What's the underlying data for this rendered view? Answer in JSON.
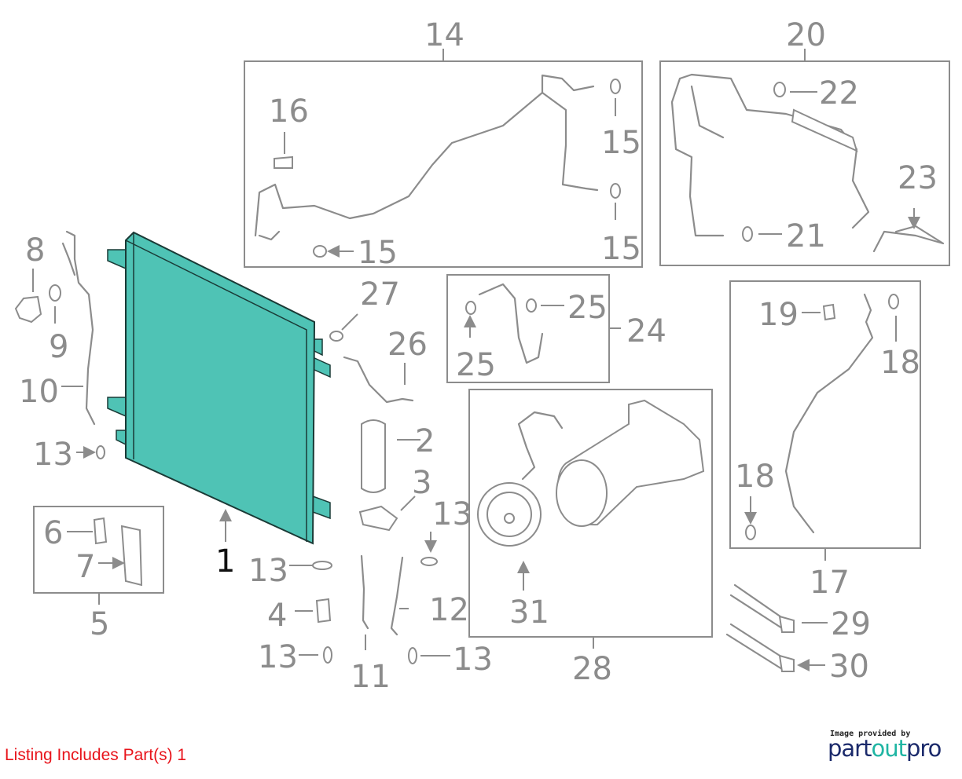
{
  "callouts": [
    "14",
    "20",
    "16",
    "15",
    "15",
    "15",
    "22",
    "23",
    "21",
    "8",
    "9",
    "10",
    "13",
    "27",
    "26",
    "25",
    "25",
    "24",
    "19",
    "18",
    "18",
    "2",
    "3",
    "13",
    "1",
    "6",
    "7",
    "5",
    "13",
    "4",
    "12",
    "13",
    "13",
    "11",
    "31",
    "28",
    "17",
    "29",
    "30"
  ],
  "highlighted_part": "1",
  "highlight_color": "#4fc3b5",
  "listing": "Listing Includes Part(s) 1",
  "credit": {
    "caption": "Image provided by",
    "logo_part1": "part",
    "logo_part2": "out",
    "logo_part3": "pro"
  }
}
